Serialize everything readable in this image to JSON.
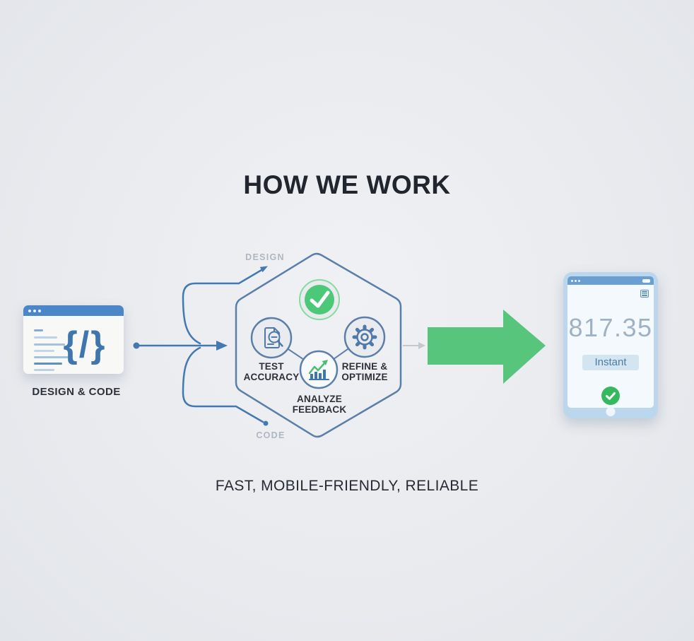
{
  "title": "HOW WE WORK",
  "tagline": "FAST, MOBILE-FRIENDLY, RELIABLE",
  "source_panel": {
    "label": "DESIGN & CODE",
    "code_glyph": "{/}"
  },
  "branches": {
    "design": "DESIGN",
    "code": "CODE"
  },
  "process": {
    "steps": [
      {
        "icon": "check-icon",
        "lines": []
      },
      {
        "icon": "magnifier-document-icon",
        "lines": [
          "TEST",
          "ACCURACY"
        ]
      },
      {
        "icon": "gear-icon",
        "lines": [
          "REFINE &",
          "OPTIMIZE"
        ]
      },
      {
        "icon": "bar-chart-icon",
        "lines": [
          "ANALYZE",
          "FEEDBACK"
        ]
      }
    ]
  },
  "device": {
    "reading": "817.35",
    "badge": "Instant",
    "icons": [
      "menu-icon",
      "check-icon",
      "home-button"
    ]
  },
  "colors": {
    "background": "#E9EBEF",
    "blue": "#4478B0",
    "stroke_blue": "#5B7FA9",
    "icon_blue": "#4E79A8",
    "green_arrow": "#58C57D",
    "green_check": "#4CC878",
    "green_ring": "#85DBA1",
    "device_green": "#35B95E",
    "gray_label": "#B0B7C3",
    "gray_arrow": "#C3C9D1",
    "text_dark": "#2C313A",
    "device_body": "#BBD7EE",
    "device_bar": "#6B9FD1",
    "device_number": "#9FB2C4",
    "badge_bg": "#D3E5F1",
    "badge_text": "#4C7CA6"
  }
}
